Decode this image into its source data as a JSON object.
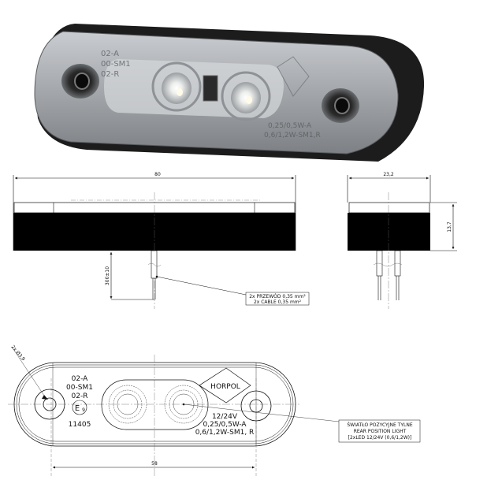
{
  "product_photo": {
    "embossed_markings": [
      "02-A",
      "00-SM1",
      "02-R"
    ],
    "embossed_spec": [
      "0,25/0,5W-A",
      "0,6/1,2W-SM1,R"
    ],
    "led_count": 2,
    "colors": {
      "housing": "#1c1c1c",
      "lens": "#a9acb0",
      "lens_light": "#d9dcdf",
      "led": "#f4f6f2"
    }
  },
  "front_view": {
    "width_dim": "80",
    "cable_length_dim": "300±10",
    "cable_note": [
      "2x PRZEWÓD 0,35 mm²",
      "2x CABLE 0,35 mm²"
    ]
  },
  "side_view": {
    "width_dim": "23,2",
    "height_dim": "13,7"
  },
  "top_view": {
    "hole_dim": "2x Ø3,9",
    "markings": [
      "02-A",
      "00-SM1",
      "02-R"
    ],
    "approval_mark": "E",
    "approval_number": "9",
    "approval_code": "11405",
    "brand_logo": "HORPOL",
    "spec_lines": [
      "12/24V",
      "0,25/0,5W-A",
      "0,6/1,2W-SM1, R"
    ],
    "hole_spacing_dim": "58",
    "product_note": [
      "ŚWIATŁO POZYCYJNE TYLNE",
      "REAR POSITION LIGHT",
      "[2xLED 12/24V (0,6/1,2W)]"
    ]
  }
}
